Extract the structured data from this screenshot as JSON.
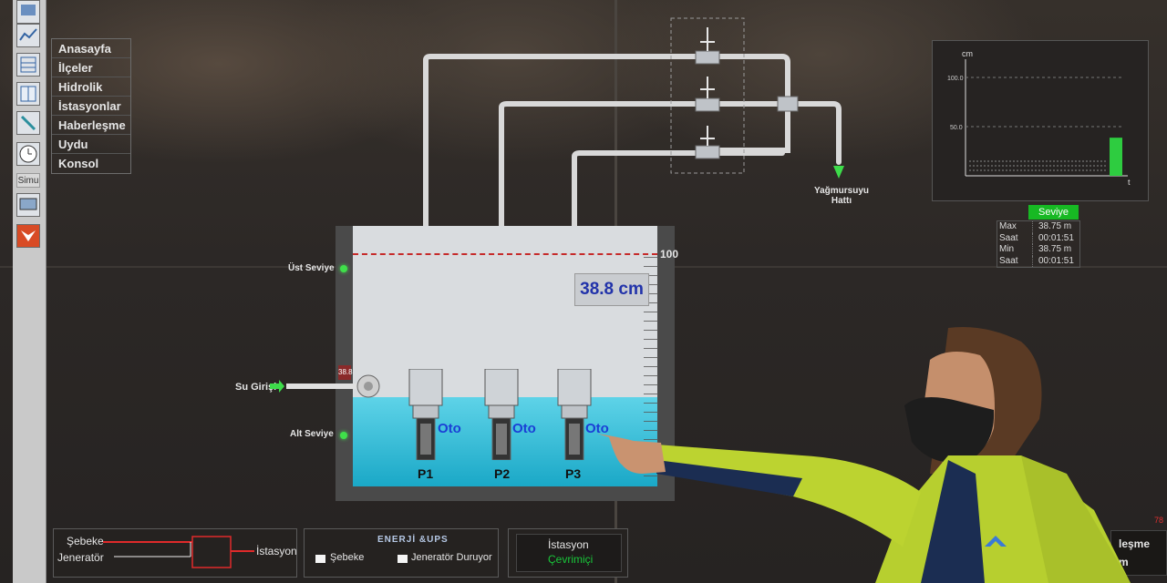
{
  "menu": {
    "items": [
      "Anasayfa",
      "İlçeler",
      "Hidrolik",
      "İstasyonlar",
      "Haberleşme",
      "Uydu",
      "Konsol"
    ]
  },
  "toolbar": {
    "simu_label": "Simu"
  },
  "tank": {
    "top_level_label": "Üst Seviye",
    "bottom_level_label": "Alt Seviye",
    "inlet_label": "Su Girişi",
    "inlet_value": "38.8",
    "level_display": "38.8 cm",
    "scale_max": "100",
    "pumps": [
      {
        "name": "P1",
        "mode": "Oto"
      },
      {
        "name": "P2",
        "mode": "Oto"
      },
      {
        "name": "P3",
        "mode": "Oto"
      }
    ]
  },
  "outlet": {
    "line1": "Yağmursuyu",
    "line2": "Hattı"
  },
  "chart_data": {
    "type": "bar",
    "ylabel": "cm",
    "xlabel": "t",
    "ylim": [
      0,
      100
    ],
    "yticks": [
      "100.0",
      "50.0"
    ],
    "values": [
      38.75
    ]
  },
  "stats": {
    "title": "Seviye",
    "rows": [
      {
        "k": "Max",
        "v": "38.75 m"
      },
      {
        "k": "Saat",
        "v": "00:01:51"
      },
      {
        "k": "Min",
        "v": "38.75 m"
      },
      {
        "k": "Saat",
        "v": "00:01:51"
      }
    ]
  },
  "bottom": {
    "sebeke": "Şebeke",
    "jenerator": "Jeneratör",
    "istasyon": "İstasyon",
    "energy_title": "ENERJİ &UPS",
    "energy_sebeke": "Şebeke",
    "energy_jenerator": "Jeneratör Duruyor",
    "station_title": "İstasyon",
    "station_status": "Çevrimiçi",
    "right_partial_1": "leşme",
    "right_partial_2": "m",
    "corner_number": "78"
  },
  "colors": {
    "online": "#19c73a",
    "water": "#1fb3d0",
    "level_text": "#2233aa",
    "seviye_badge": "#17b923"
  }
}
